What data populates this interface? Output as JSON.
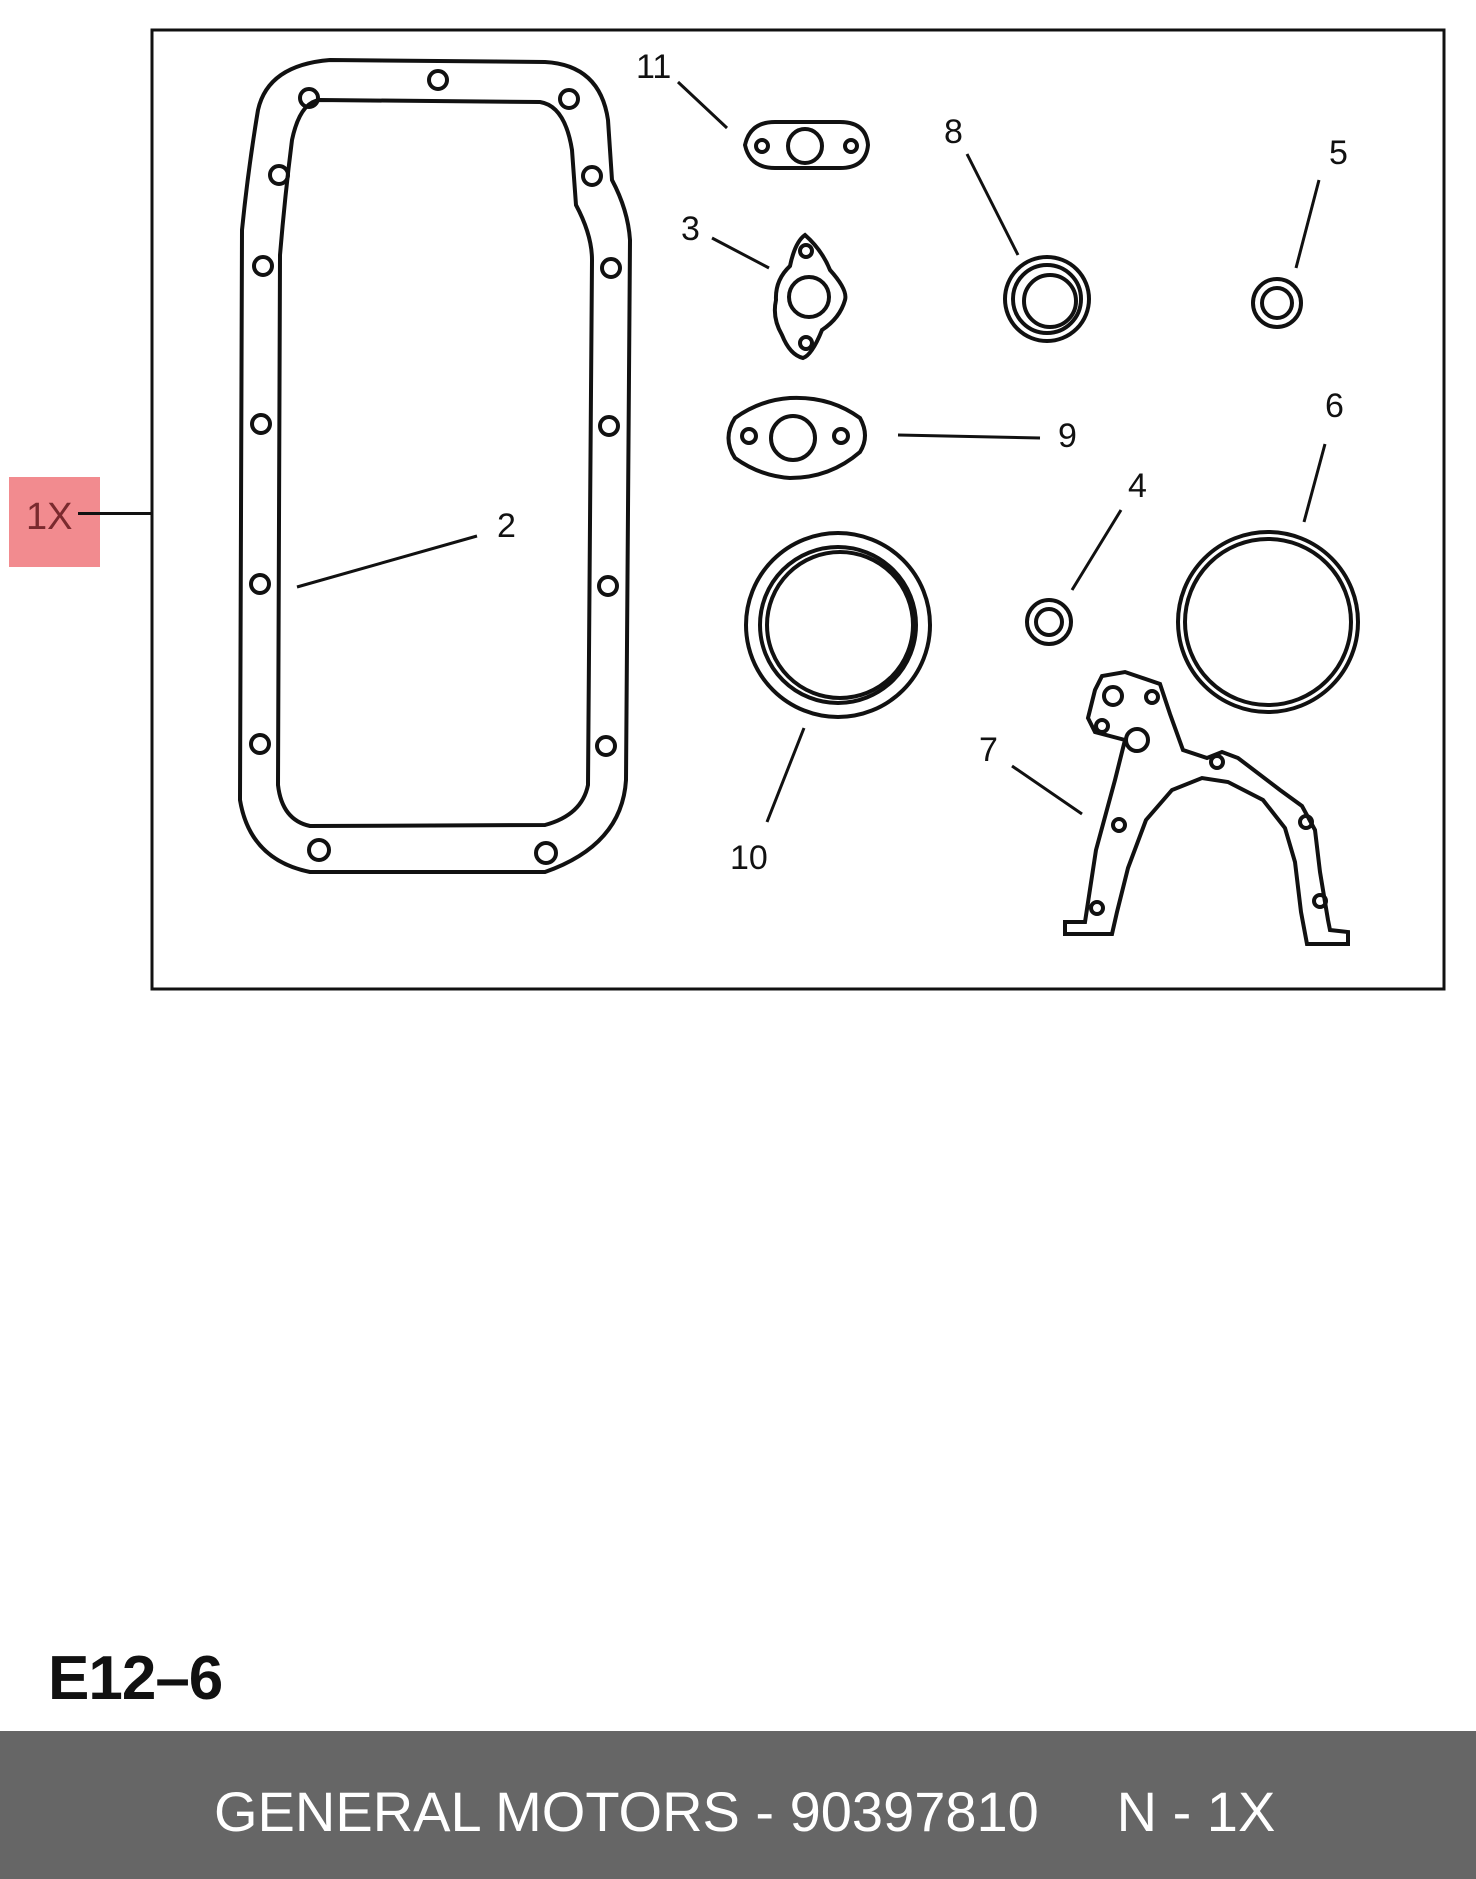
{
  "diagram": {
    "hotspot_label": "1X",
    "callouts": [
      "11",
      "8",
      "5",
      "3",
      "9",
      "6",
      "2",
      "4",
      "7",
      "10"
    ],
    "code": "E12–6"
  },
  "footer": {
    "text": "GENERAL MOTORS - 90397810     N - 1X"
  },
  "colors": {
    "footer_bg": "#666666",
    "hotspot_bg": "#f28b8f",
    "line": "#111111"
  }
}
